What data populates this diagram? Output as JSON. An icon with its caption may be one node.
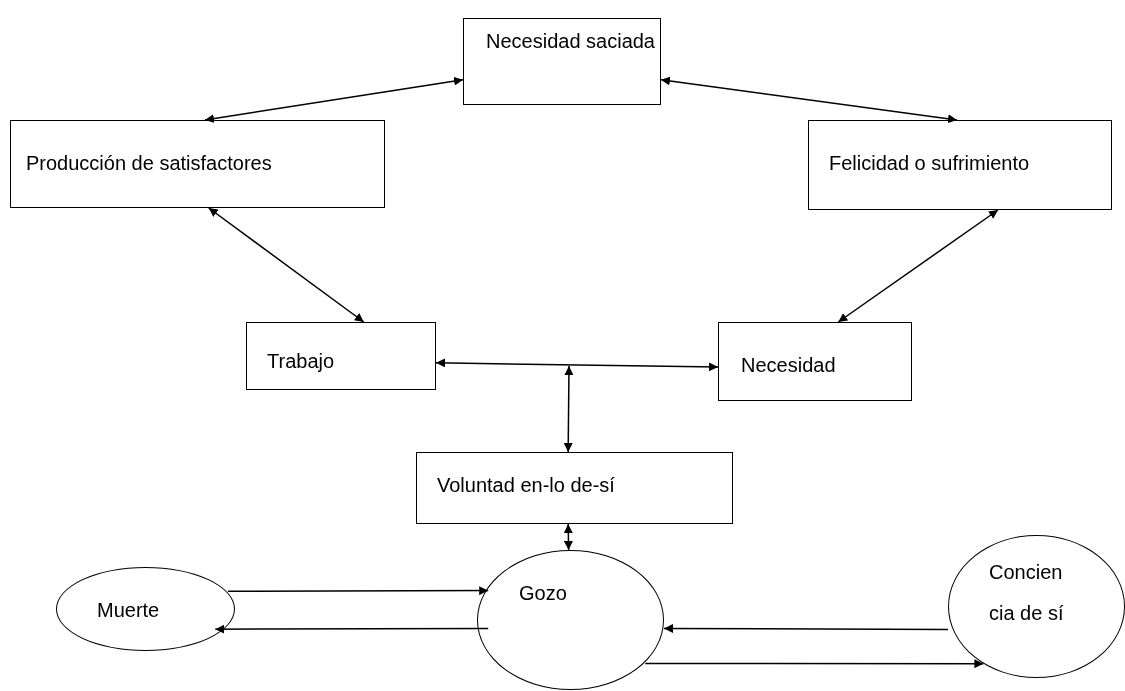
{
  "diagram": {
    "nodes": [
      {
        "text": [
          "Necesidad saciada"
        ]
      },
      {
        "text": [
          "Producción de satisfactores"
        ]
      },
      {
        "text": [
          "Felicidad o sufrimiento"
        ]
      },
      {
        "text": [
          "Trabajo"
        ]
      },
      {
        "text": [
          "Necesidad"
        ]
      },
      {
        "text": [
          "Voluntad en-lo de-sí"
        ]
      },
      {
        "text": [
          "Muerte"
        ]
      },
      {
        "text": [
          "Gozo"
        ]
      },
      {
        "text": [
          "Concien cia de sí"
        ]
      }
    ],
    "edges": [
      {
        "from": 1,
        "to": 0,
        "arrow": "both"
      },
      {
        "from": 0,
        "to": 2,
        "arrow": "both"
      },
      {
        "from": 1,
        "to": 3,
        "arrow": "both"
      },
      {
        "from": 2,
        "to": 4,
        "arrow": "both"
      },
      {
        "from": 3,
        "to": 4,
        "arrow": "both"
      },
      {
        "from": null,
        "to": 5,
        "arrow": "both"
      },
      {
        "from": 5,
        "to": 7,
        "arrow": "both"
      },
      {
        "from": 6,
        "to": 7,
        "arrow": "to"
      },
      {
        "from": 7,
        "to": 6,
        "arrow": "to"
      },
      {
        "from": 8,
        "to": 7,
        "arrow": "to"
      },
      {
        "from": 7,
        "to": 8,
        "arrow": "to"
      }
    ]
  }
}
